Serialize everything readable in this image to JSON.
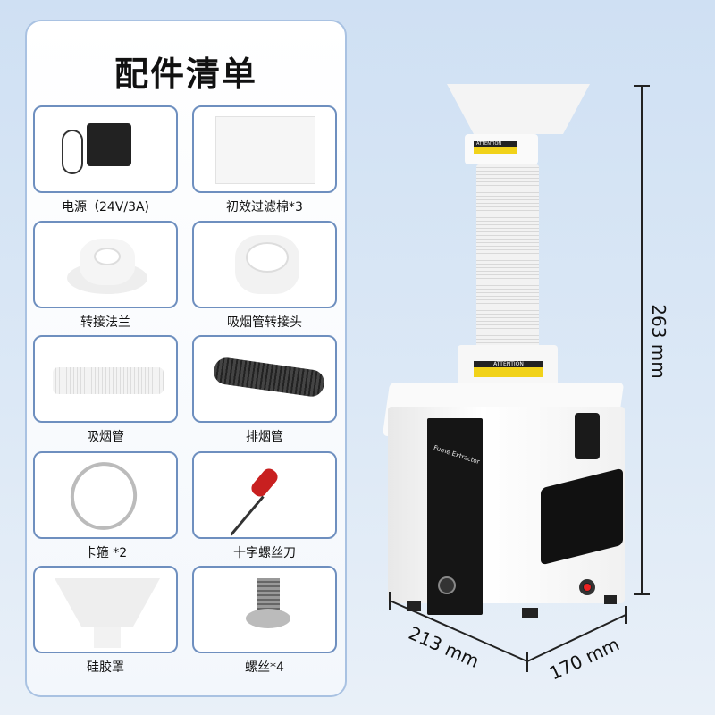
{
  "title": "配件清单",
  "items": [
    {
      "label": "电源（24V/3A)",
      "icon": "power-adapter"
    },
    {
      "label": "初效过滤棉*3",
      "icon": "filter-cotton"
    },
    {
      "label": "转接法兰",
      "icon": "adapter-flange"
    },
    {
      "label": "吸烟管转接头",
      "icon": "hose-adapter"
    },
    {
      "label": "吸烟管",
      "icon": "suction-hose"
    },
    {
      "label": "排烟管",
      "icon": "exhaust-hose"
    },
    {
      "label": "卡箍 *2",
      "icon": "hose-clamp"
    },
    {
      "label": "十字螺丝刀",
      "icon": "screwdriver"
    },
    {
      "label": "硅胶罩",
      "icon": "silicone-hood"
    },
    {
      "label": "螺丝*4",
      "icon": "screw"
    }
  ],
  "product": {
    "brand_label": "Fume Extractor",
    "warning_label": "ATTENTION"
  },
  "dimensions": {
    "height": "263 mm",
    "width": "213 mm",
    "depth": "170 mm"
  },
  "colors": {
    "panel_border": "#a9c2e2",
    "card_border": "#6e8fbf",
    "background": "#d6e4f4"
  }
}
